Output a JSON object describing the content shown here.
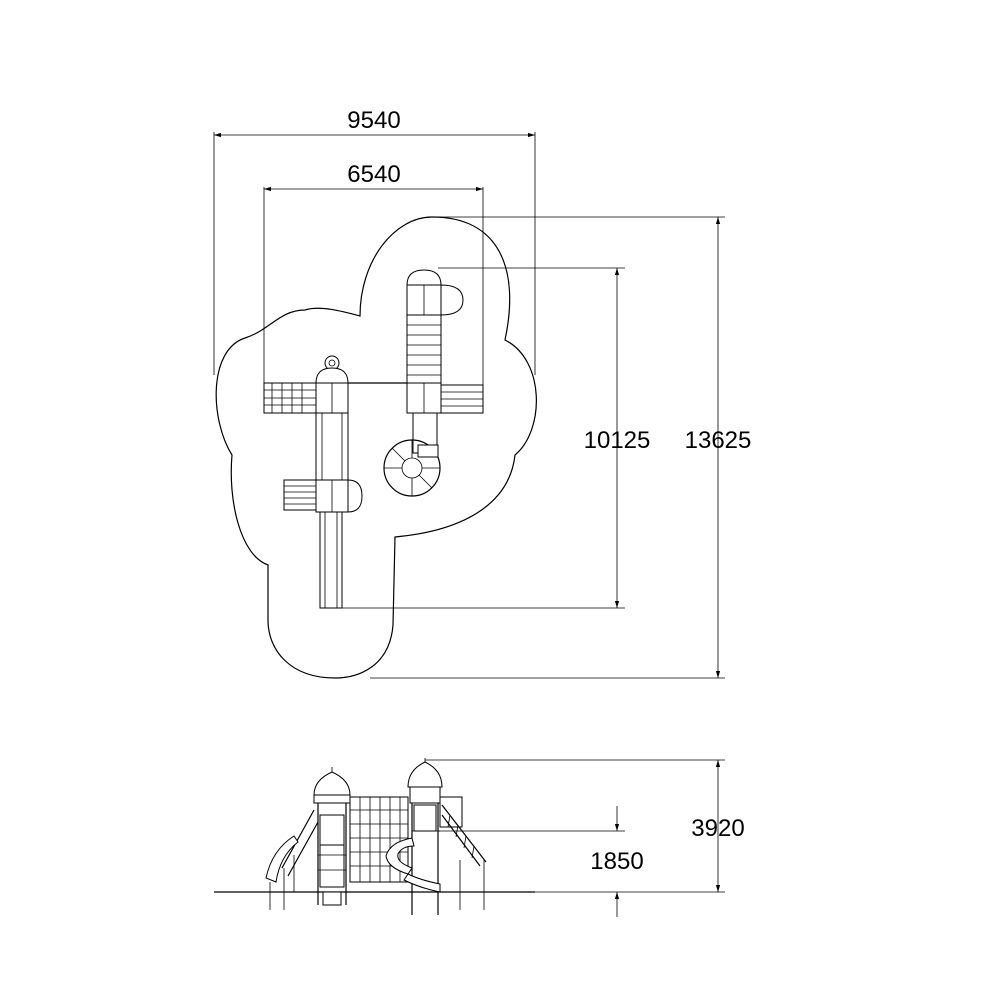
{
  "dimensions": {
    "overall_width": "9540",
    "equipment_width": "6540",
    "equipment_length": "10125",
    "overall_length": "13625",
    "total_height": "3920",
    "platform_height": "1850"
  },
  "colors": {
    "line": "#000000",
    "background": "#ffffff"
  }
}
